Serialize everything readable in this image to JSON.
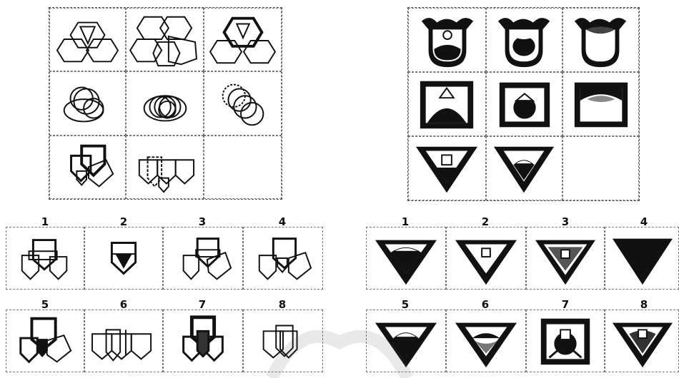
{
  "puzzles": [
    {
      "name": "left-puzzle",
      "options": [
        {
          "label": "1",
          "icon": "overlapping-pentagons-option-1"
        },
        {
          "label": "2",
          "icon": "single-pentagon-option-2"
        },
        {
          "label": "3",
          "icon": "overlapping-pentagons-option-3"
        },
        {
          "label": "4",
          "icon": "overlapping-pentagons-option-4"
        },
        {
          "label": "5",
          "icon": "overlapping-pentagons-option-5"
        },
        {
          "label": "6",
          "icon": "three-pentagons-option-6"
        },
        {
          "label": "7",
          "icon": "overlapping-pentagons-option-7"
        },
        {
          "label": "8",
          "icon": "two-pentagons-option-8"
        }
      ]
    },
    {
      "name": "right-puzzle",
      "options": [
        {
          "label": "1",
          "icon": "triangle-semicircle-option-1"
        },
        {
          "label": "2",
          "icon": "triangle-small-square-option-2"
        },
        {
          "label": "3",
          "icon": "triangle-square-option-3"
        },
        {
          "label": "4",
          "icon": "solid-triangle-option-4"
        },
        {
          "label": "5",
          "icon": "triangle-semicircle-option-5"
        },
        {
          "label": "6",
          "icon": "triangle-semicircle-option-6"
        },
        {
          "label": "7",
          "icon": "square-frame-option-7"
        },
        {
          "label": "8",
          "icon": "triangle-square-option-8"
        }
      ]
    }
  ]
}
